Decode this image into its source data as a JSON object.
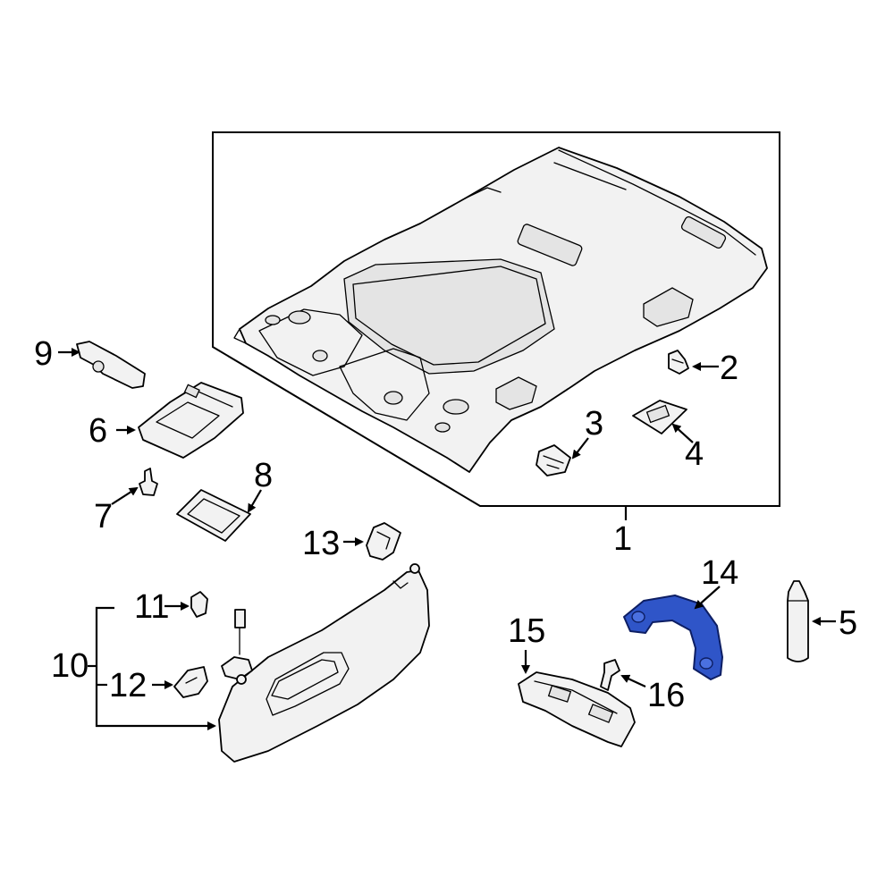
{
  "diagram": {
    "highlight_color": "#2f55c8",
    "highlighted_part": "14",
    "callouts": {
      "c1": "1",
      "c2": "2",
      "c3": "3",
      "c4": "4",
      "c5": "5",
      "c6": "6",
      "c7": "7",
      "c8": "8",
      "c9": "9",
      "c10": "10",
      "c11": "11",
      "c12": "12",
      "c13": "13",
      "c14": "14",
      "c15": "15",
      "c16": "16"
    }
  }
}
